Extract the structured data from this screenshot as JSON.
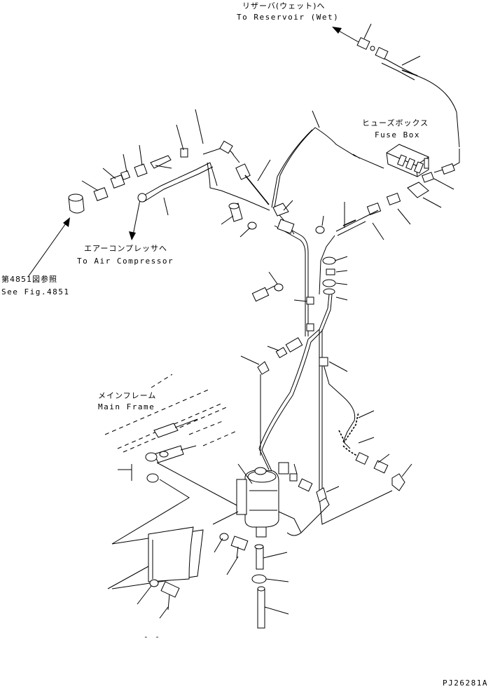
{
  "labels": {
    "reservoir_jp": "リザーバ(ウェット)へ",
    "reservoir_en": "To Reservoir (Wet)",
    "fusebox_jp": "ヒューズボックス",
    "fusebox_en": "Fuse Box",
    "compressor_jp": "エアーコンプレッサへ",
    "compressor_en": "To Air Compressor",
    "seefig_jp": "第4851図参照",
    "seefig_en": "See Fig.4851",
    "mainframe_jp": "メインフレーム",
    "mainframe_en": "Main Frame",
    "drawing_number": "PJ26281A",
    "bottom_mark": "- -"
  }
}
